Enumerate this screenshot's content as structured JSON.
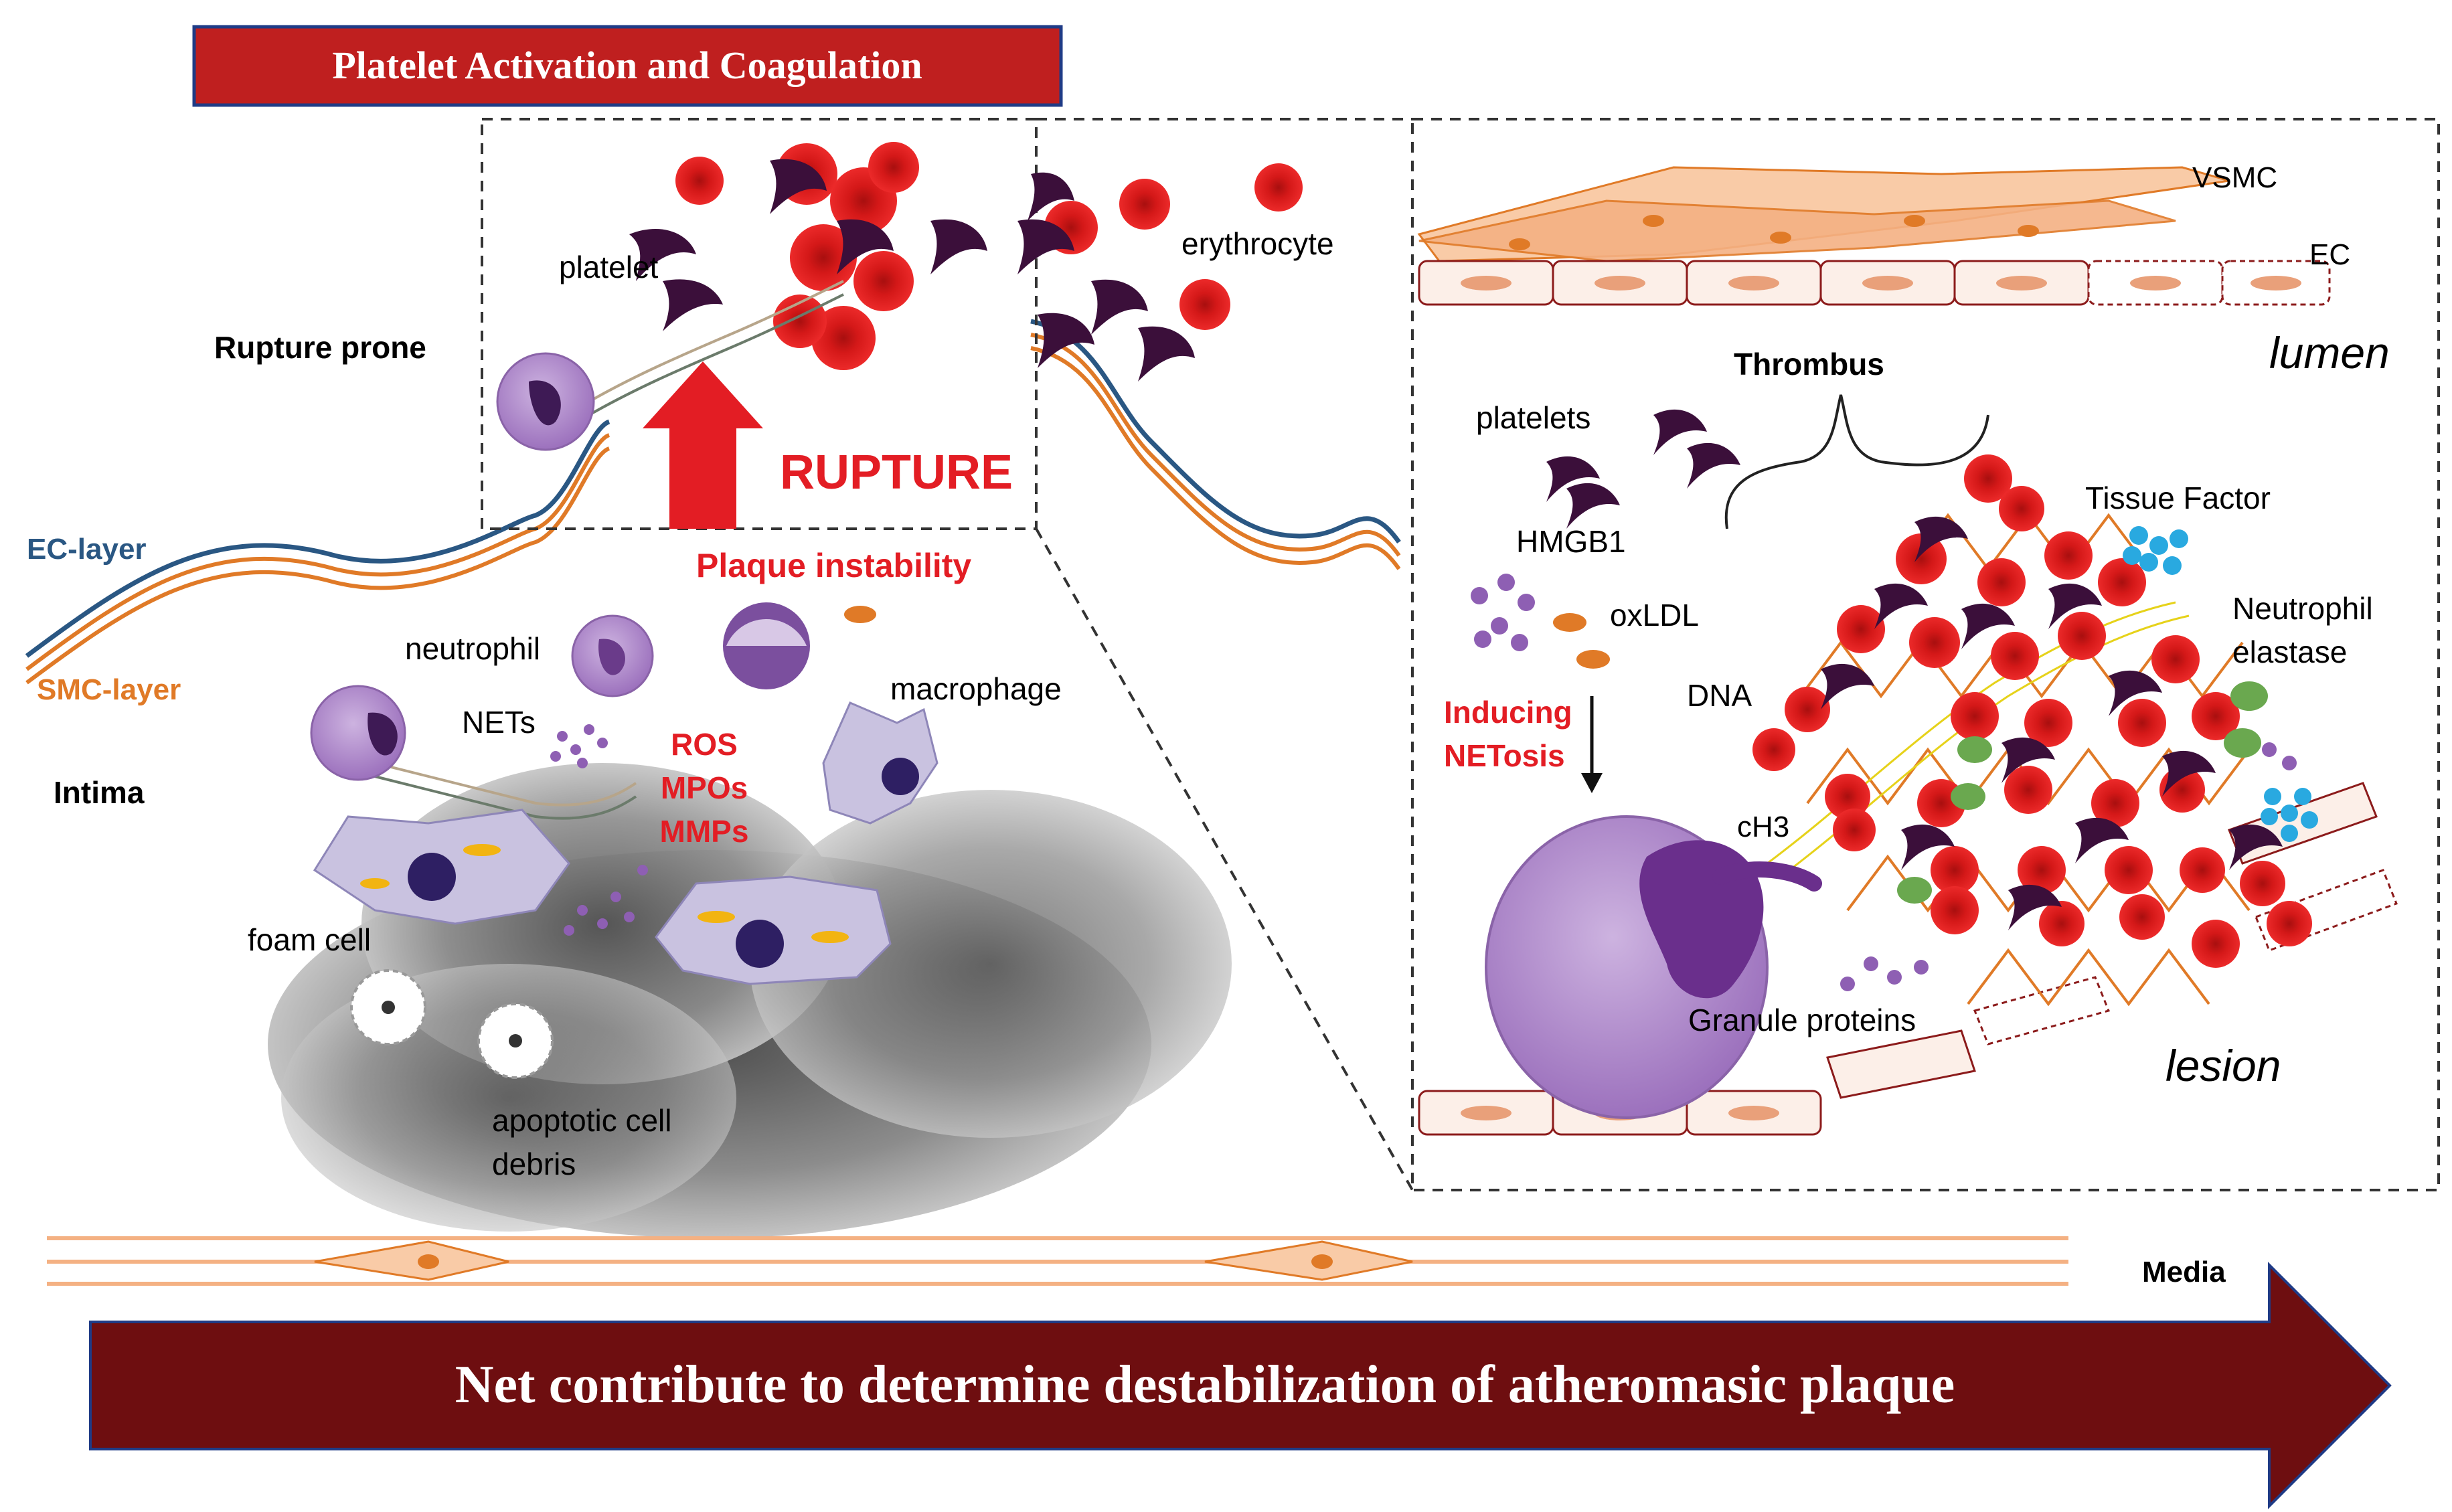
{
  "title": "Platelet Activation and Coagulation",
  "banner": "Net contribute to determine destabilization of atheromasic plaque",
  "colors": {
    "title_bg": "#bf1f1f",
    "title_border": "#1f3b86",
    "banner_bg": "#6e0e10",
    "red_label": "#e31d24",
    "ec_layer": "#2a5783",
    "smc_layer": "#e07a27",
    "erythrocyte": "#e01b1b",
    "platelet": "#3b0f3a",
    "neutrophil": "#a57cc1",
    "foam_cell": "#c6b8da",
    "lipid_yellow": "#f2b411",
    "tissue_factor": "#29a9e0",
    "elastase_green": "#6aa84f",
    "vsmc": "#f4b183",
    "ec_cell_fill": "#fcefe8"
  },
  "left": {
    "rupture_prone": "Rupture prone",
    "ec_layer": "EC-layer",
    "smc_layer": "SMC-layer",
    "intima": "Intima",
    "media": "Media",
    "platelet": "platelet",
    "erythrocyte": "erythrocyte",
    "rupture": "RUPTURE",
    "plaque_instability": "Plaque instability",
    "neutrophil": "neutrophil",
    "nets": "NETs",
    "ros": "ROS",
    "mpos": "MPOs",
    "mmps": "MMPs",
    "macrophage": "macrophage",
    "foam_cell": "foam cell",
    "apoptotic_line1": "apoptotic cell",
    "apoptotic_line2": "debris"
  },
  "right": {
    "vsmc": "VSMC",
    "ec": "EC",
    "lumen": "lumen",
    "thrombus": "Thrombus",
    "platelets": "platelets",
    "hmgb1": "HMGB1",
    "oxldl": "oxLDL",
    "inducing": "Inducing",
    "netosis": "NETosis",
    "tissue_factor": "Tissue Factor",
    "neutrophil_line1": "Neutrophil",
    "neutrophil_line2": "elastase",
    "dna": "DNA",
    "ch3": "cH3",
    "granule_proteins": "Granule proteins",
    "lesion": "lesion"
  }
}
